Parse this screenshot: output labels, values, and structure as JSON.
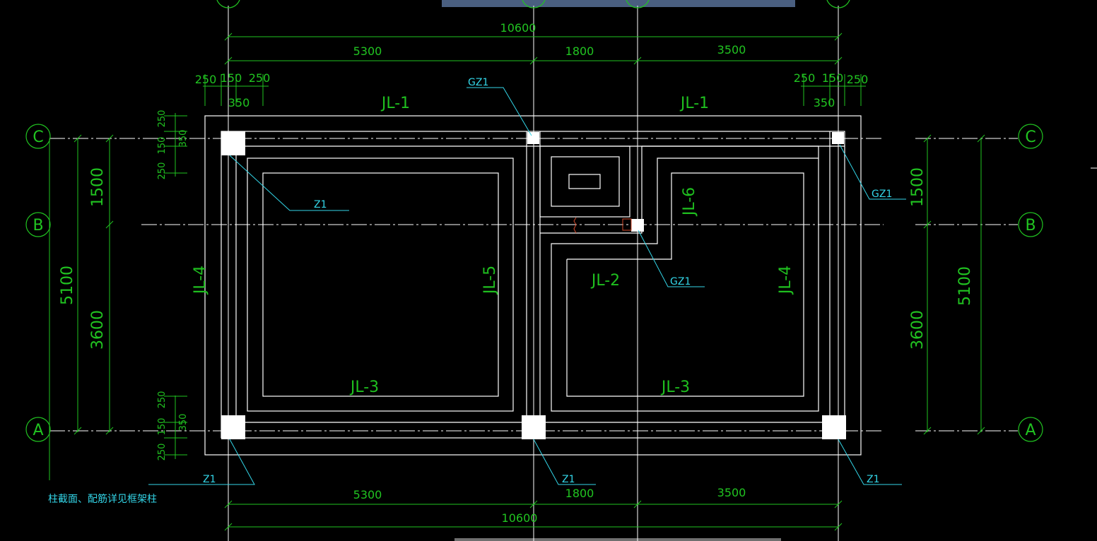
{
  "colors": {
    "background": "#000000",
    "dimension": "#21c421",
    "outline": "#ffffff",
    "label": "#33d6e8",
    "column": "#ffffff",
    "marker": "#d24a2a",
    "top_bar": "#4a5f80"
  },
  "axes": {
    "rows": [
      "C",
      "B",
      "A"
    ]
  },
  "dimensions": {
    "top_total": "10600",
    "top_segments": [
      "5300",
      "1800",
      "3500"
    ],
    "bottom_total": "10600",
    "bottom_segments": [
      "5300",
      "1800",
      "3500"
    ],
    "left_total": "5100",
    "left_segments": [
      "1500",
      "3600"
    ],
    "right_total": "5100",
    "right_segments": [
      "1500",
      "3600"
    ],
    "column_widths": [
      "250",
      "150",
      "250"
    ],
    "column_overall": "350"
  },
  "beams": {
    "top_left": "JL-1",
    "top_right": "JL-1",
    "bottom_left": "JL-3",
    "bottom_right": "JL-3",
    "left": "JL-4",
    "right": "JL-4",
    "middle_vertical": "JL-5",
    "center": "JL-2",
    "right_inner": "JL-6"
  },
  "column_labels": {
    "z1": "Z1",
    "gz1": "GZ1"
  },
  "note": "柱截面、配筋详见框架柱"
}
